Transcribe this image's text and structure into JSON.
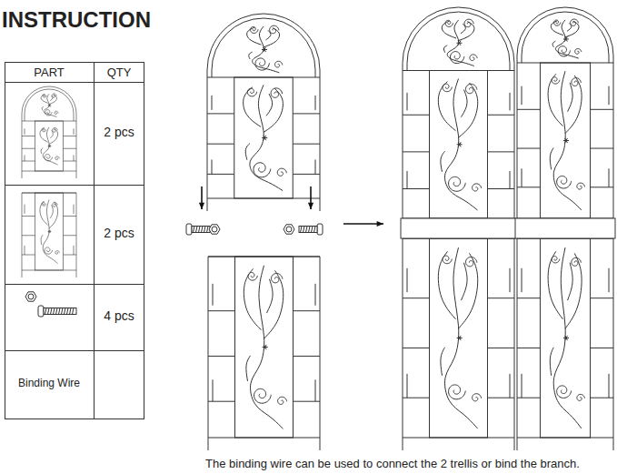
{
  "diagram": {
    "title": "INSTRUCTION",
    "caption": "The binding wire can be used to connect the 2 trellis or bind the branch.",
    "labels": [
      "PART",
      "QTY",
      "2 pcs",
      "2 pcs",
      "4 pcs",
      "Binding Wire"
    ]
  }
}
